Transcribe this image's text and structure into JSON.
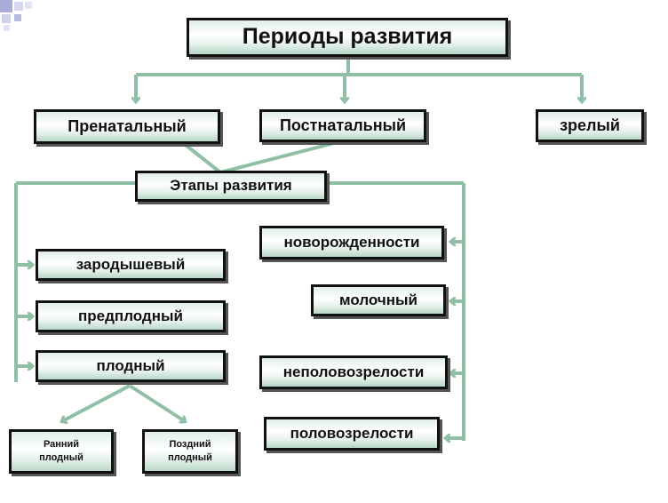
{
  "title": "Периоды развития",
  "periods": {
    "prenatal": "Пренатальный",
    "postnatal": "Постнатальный",
    "mature": "зрелый"
  },
  "stages_title": "Этапы развития",
  "prenatal_stages": {
    "germinal": "зародышевый",
    "prefetal": "предплодный",
    "fetal": "плодный"
  },
  "fetal_substages": {
    "early": "Ранний плодный",
    "late": "Поздний плодный"
  },
  "postnatal_stages": {
    "newborn": "новорожденности",
    "milk": "молочный",
    "prepubertal": "неполовозрелости",
    "pubertal": "половозрелости"
  },
  "colors": {
    "arrow": "#8fbfa4",
    "box_border": "#111111",
    "box_fill": "#e7f2ec"
  }
}
